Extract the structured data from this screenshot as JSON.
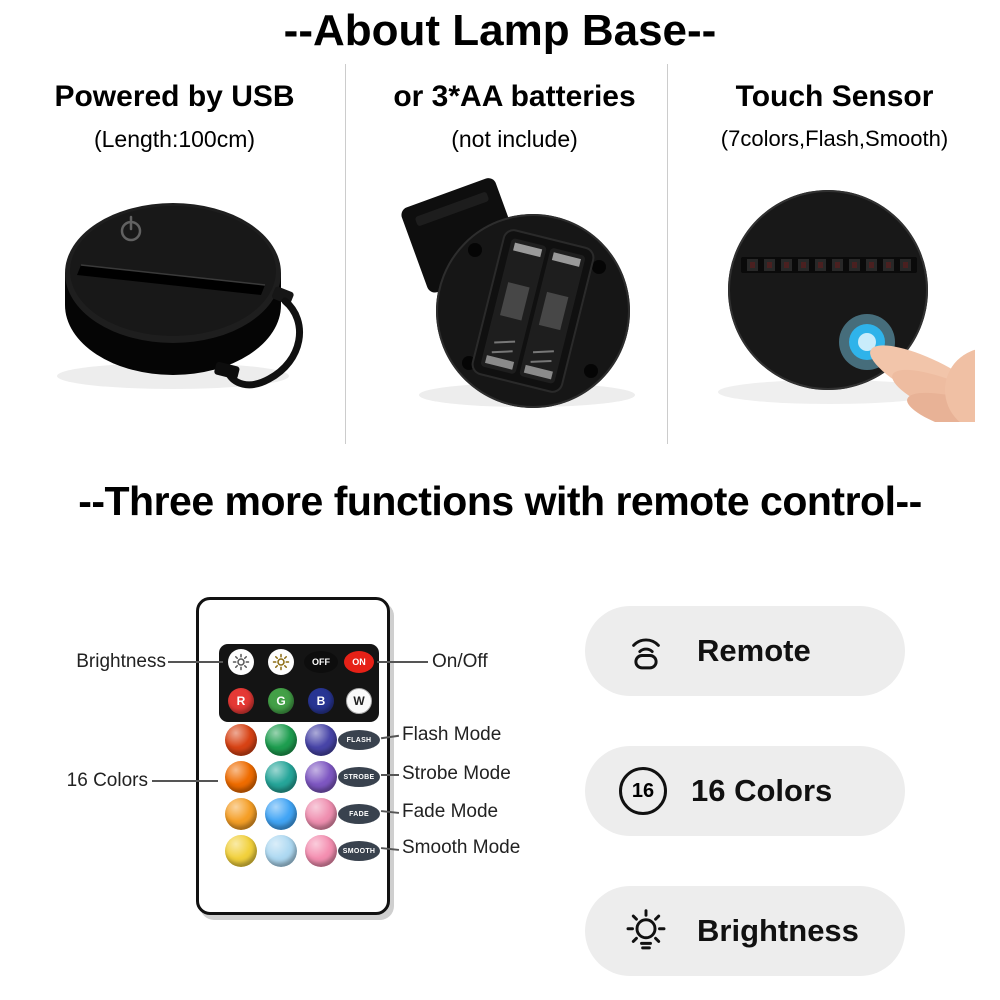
{
  "sections": {
    "about_title": "--About Lamp Base--",
    "functions_title": "--Three more functions with remote control--"
  },
  "features": [
    {
      "title": "Powered by USB",
      "subtitle": "(Length:100cm)"
    },
    {
      "title": "or 3*AA batteries",
      "subtitle": "(not include)"
    },
    {
      "title": "Touch Sensor",
      "subtitle": "(7colors,Flash,Smooth)"
    }
  ],
  "remote": {
    "callouts": {
      "brightness": "Brightness",
      "on_off": "On/Off",
      "colors16": "16 Colors",
      "flash": "Flash Mode",
      "strobe": "Strobe Mode",
      "fade": "Fade Mode",
      "smooth": "Smooth Mode"
    },
    "buttons": {
      "off": "OFF",
      "on": "ON",
      "r": "R",
      "g": "G",
      "b": "B",
      "w": "W",
      "flash": "FLASH",
      "strobe": "STROBE",
      "fade": "FADE",
      "smooth": "SMOOTH"
    },
    "colors": {
      "on": "#e62117",
      "off": "#0d0d0d",
      "r": "#e53935",
      "g": "#43a047",
      "b": "#283593",
      "w": "#fafafa",
      "mode_button": "#39424e",
      "grid": [
        [
          "#d84315",
          "#1e9e50",
          "#4845a8"
        ],
        [
          "#ef6c00",
          "#26a69a",
          "#7e57c2"
        ],
        [
          "#f59f27",
          "#42a5f5",
          "#ef8fb0"
        ],
        [
          "#f2d13d",
          "#aed9f2",
          "#f48fb1"
        ]
      ]
    }
  },
  "cards": [
    {
      "label": "Remote"
    },
    {
      "label": "16 Colors",
      "badge": "16"
    },
    {
      "label": "Brightness"
    }
  ]
}
